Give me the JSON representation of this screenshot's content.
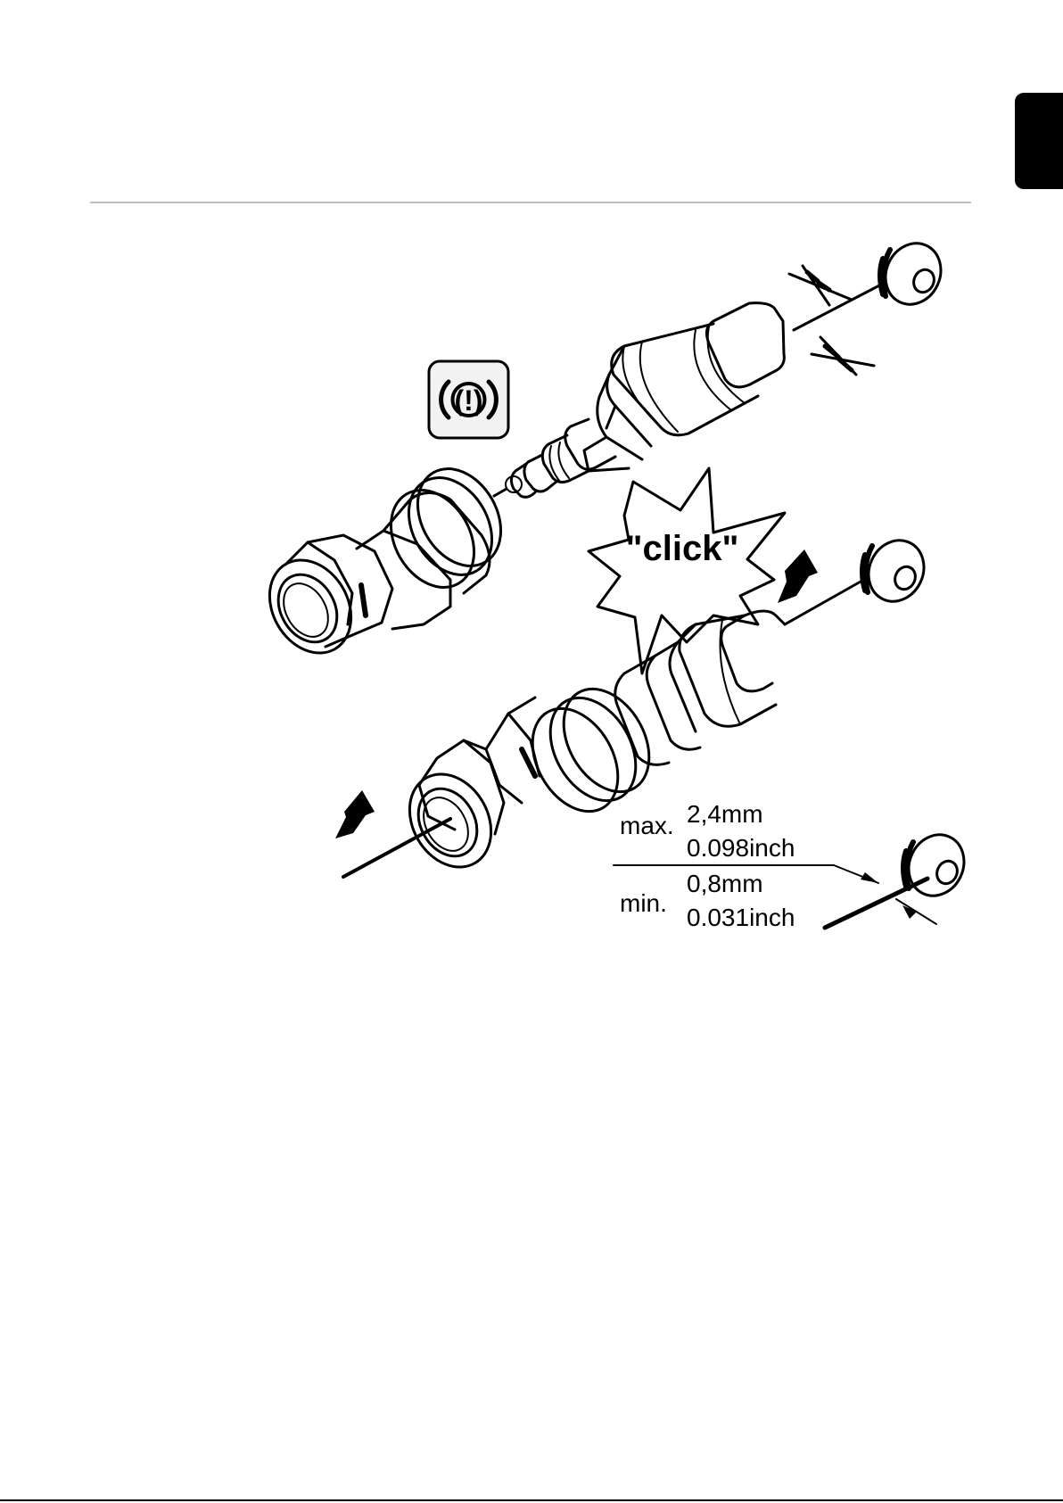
{
  "illustration": {
    "click_label": "\"click\"",
    "warning_symbol": "(!)",
    "max_label": "max.",
    "max_mm": "2,4mm",
    "max_inch": "0.098inch",
    "min_label": "min.",
    "min_mm": "0,8mm",
    "min_inch": "0.031inch"
  },
  "icons": [
    "brake-warning-icon",
    "wire-spool-icon",
    "no-pinch-icon",
    "push-arrow-icon"
  ],
  "colors": {
    "tab": "#000000",
    "rule": "#bfbfbf",
    "line": "#000000"
  }
}
